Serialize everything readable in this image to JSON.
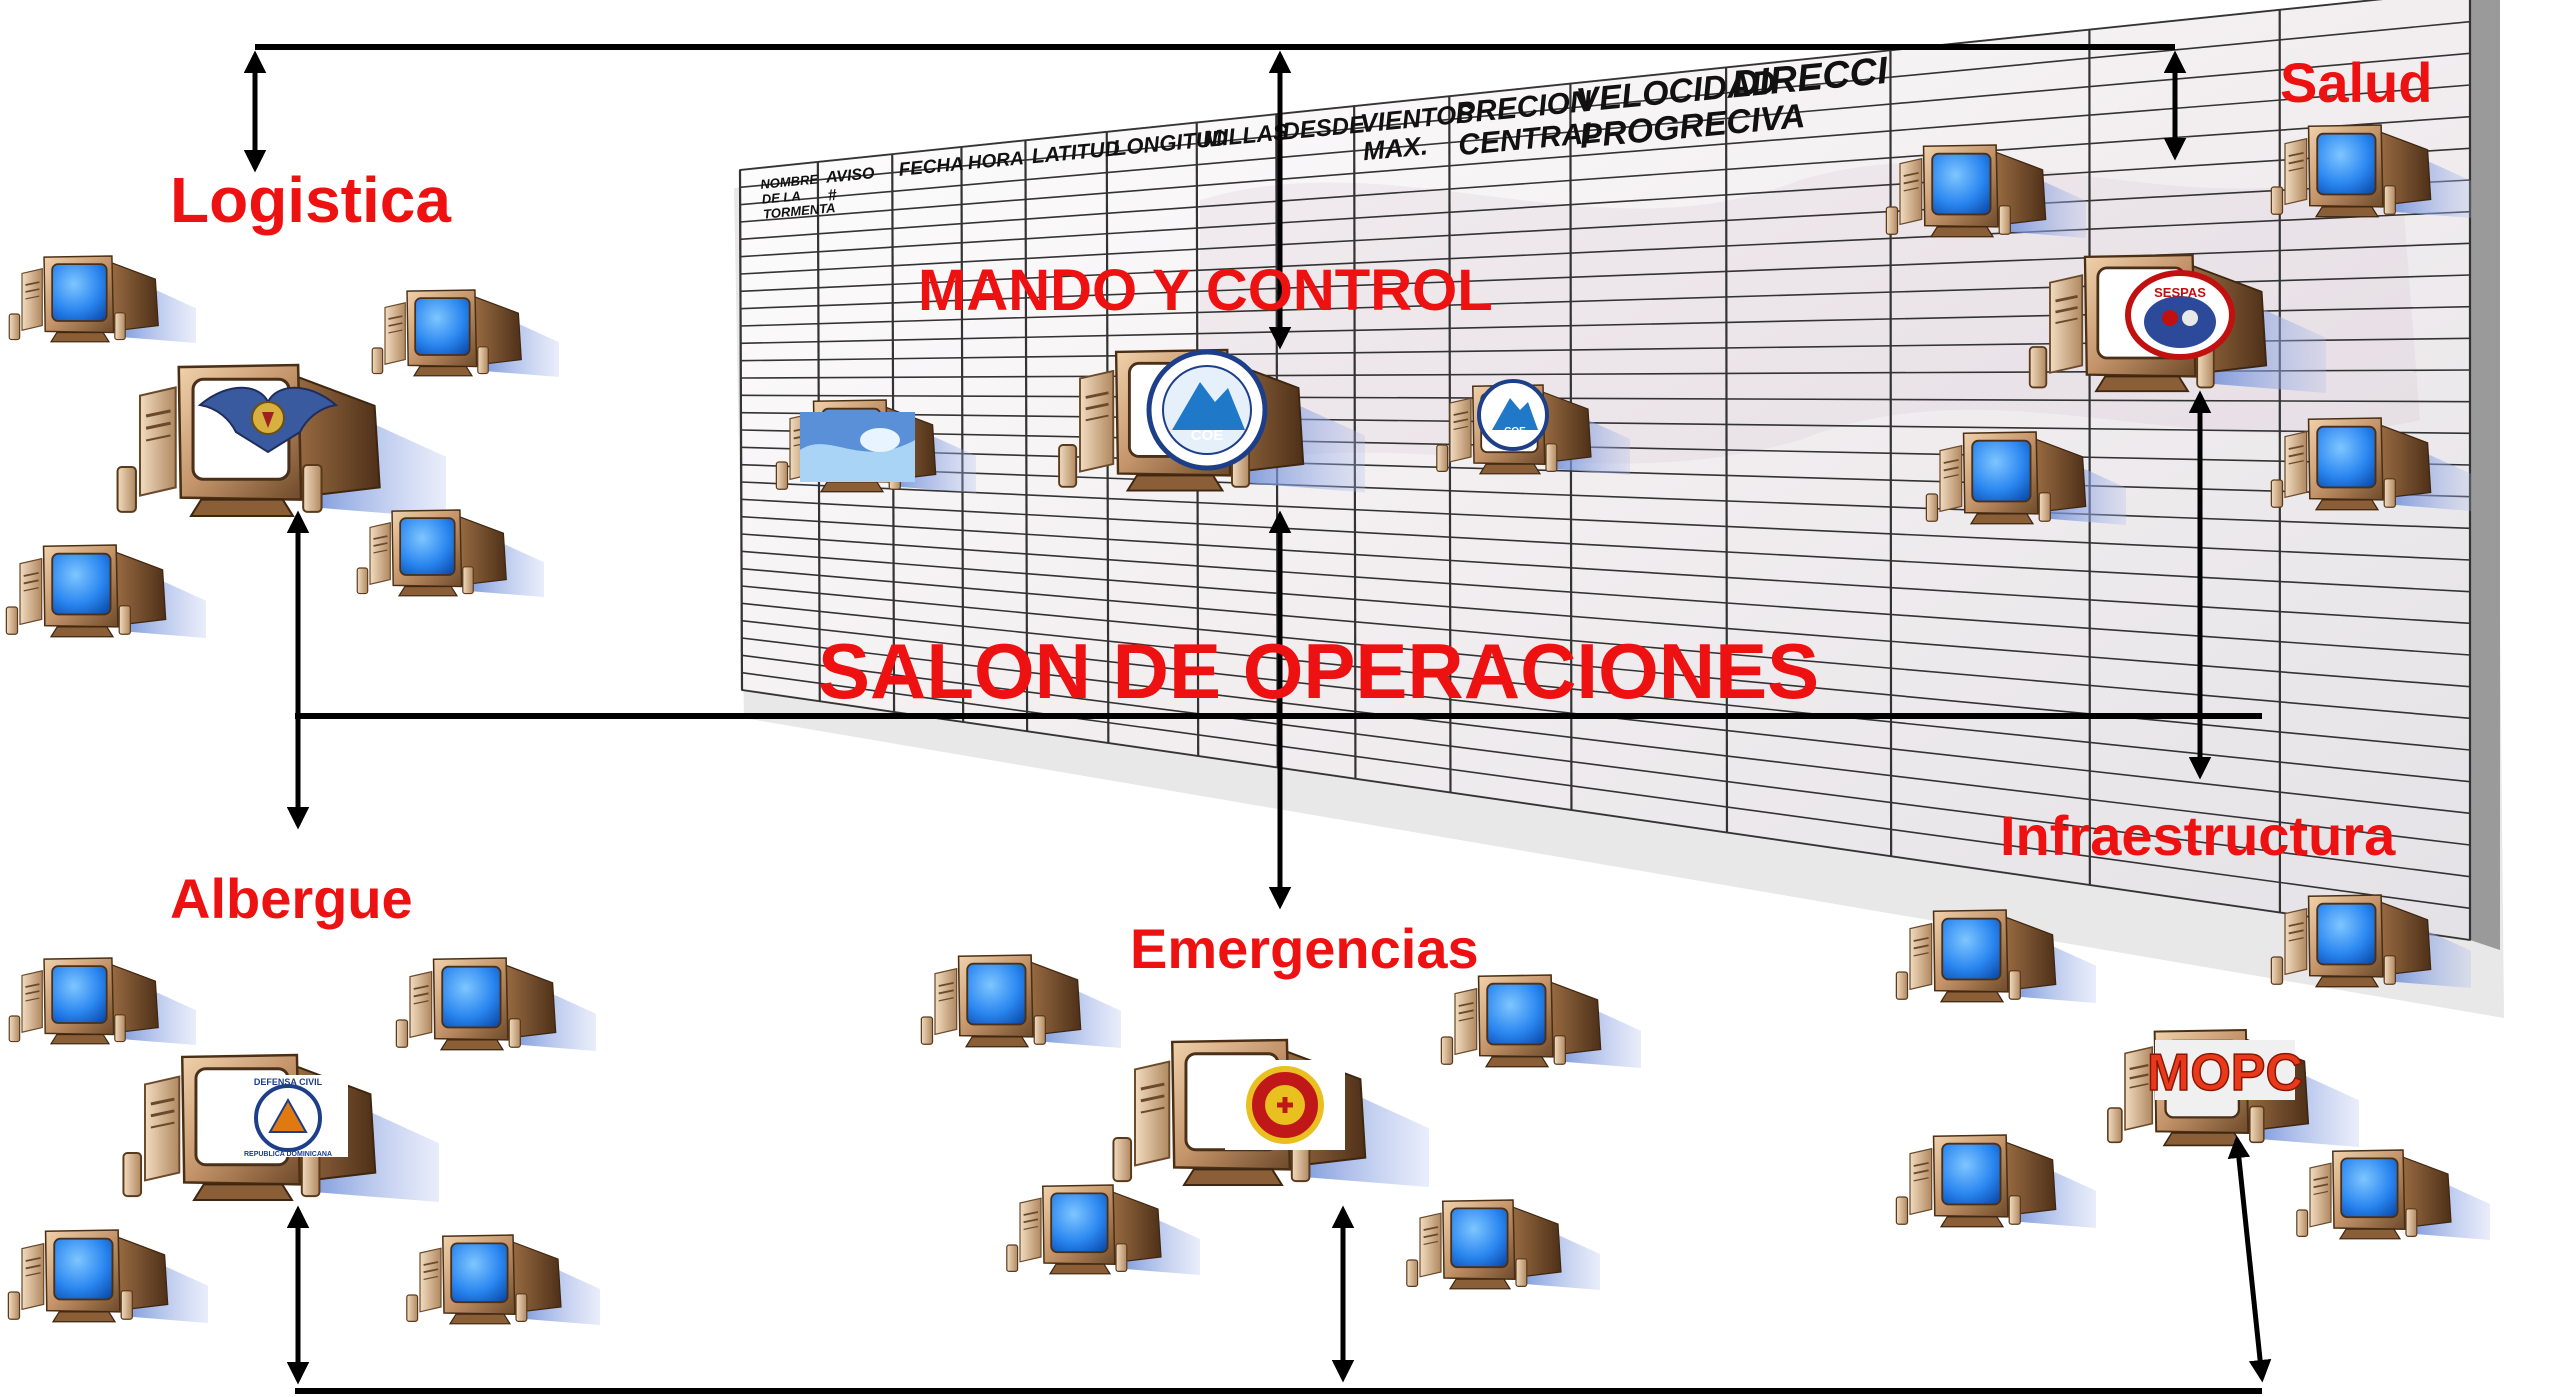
{
  "board": {
    "columns": [
      [
        "NOMBRE",
        "DE LA",
        "TORMENTA"
      ],
      [
        "AVISO",
        "#"
      ],
      [
        "FECHA"
      ],
      [
        "HORA"
      ],
      [
        "LATITUD"
      ],
      [
        "LONGITUD"
      ],
      [
        "MILLAS"
      ],
      [
        "DESDE"
      ],
      [
        "VIENTOS",
        "MAX."
      ],
      [
        "PRECION",
        "CENTRAL"
      ],
      [
        "VELOCIDAD",
        "PROGRECIVA"
      ],
      [
        "DIRECCI"
      ]
    ]
  },
  "labels": {
    "title": "SALON DE OPERACIONES",
    "command": "MANDO Y CONTROL",
    "logistics": "Logistica",
    "health": "Salud",
    "infrastructure": "Infraestructura",
    "shelter": "Albergue",
    "emergencies": "Emergencias"
  },
  "logos": {
    "coe_main": "COE",
    "coe_small": "COE",
    "sespas": "SESPAS",
    "mopc": "MOPC",
    "defensa_civil": [
      "DEFENSA CIVIL",
      "REPUBLICA DOMINICANA"
    ]
  },
  "colors": {
    "label_red": "#ee1111",
    "connector": "#000000",
    "monitor_body": "#c49a6c",
    "screen": "#1f7ff0"
  }
}
